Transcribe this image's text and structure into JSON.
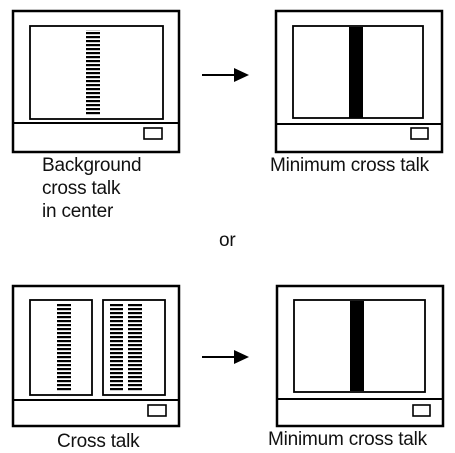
{
  "panels": [
    {
      "id": "p1",
      "pattern": "center-striped",
      "caption": [
        "Background",
        "cross talk",
        "in center"
      ]
    },
    {
      "id": "p2",
      "pattern": "center-solid",
      "caption": [
        "Minimum cross talk"
      ]
    },
    {
      "id": "p3",
      "pattern": "full-striped-split",
      "caption": [
        "Cross talk"
      ]
    },
    {
      "id": "p4",
      "pattern": "center-solid",
      "caption": [
        "Minimum cross talk"
      ]
    }
  ],
  "connector_word": "or"
}
